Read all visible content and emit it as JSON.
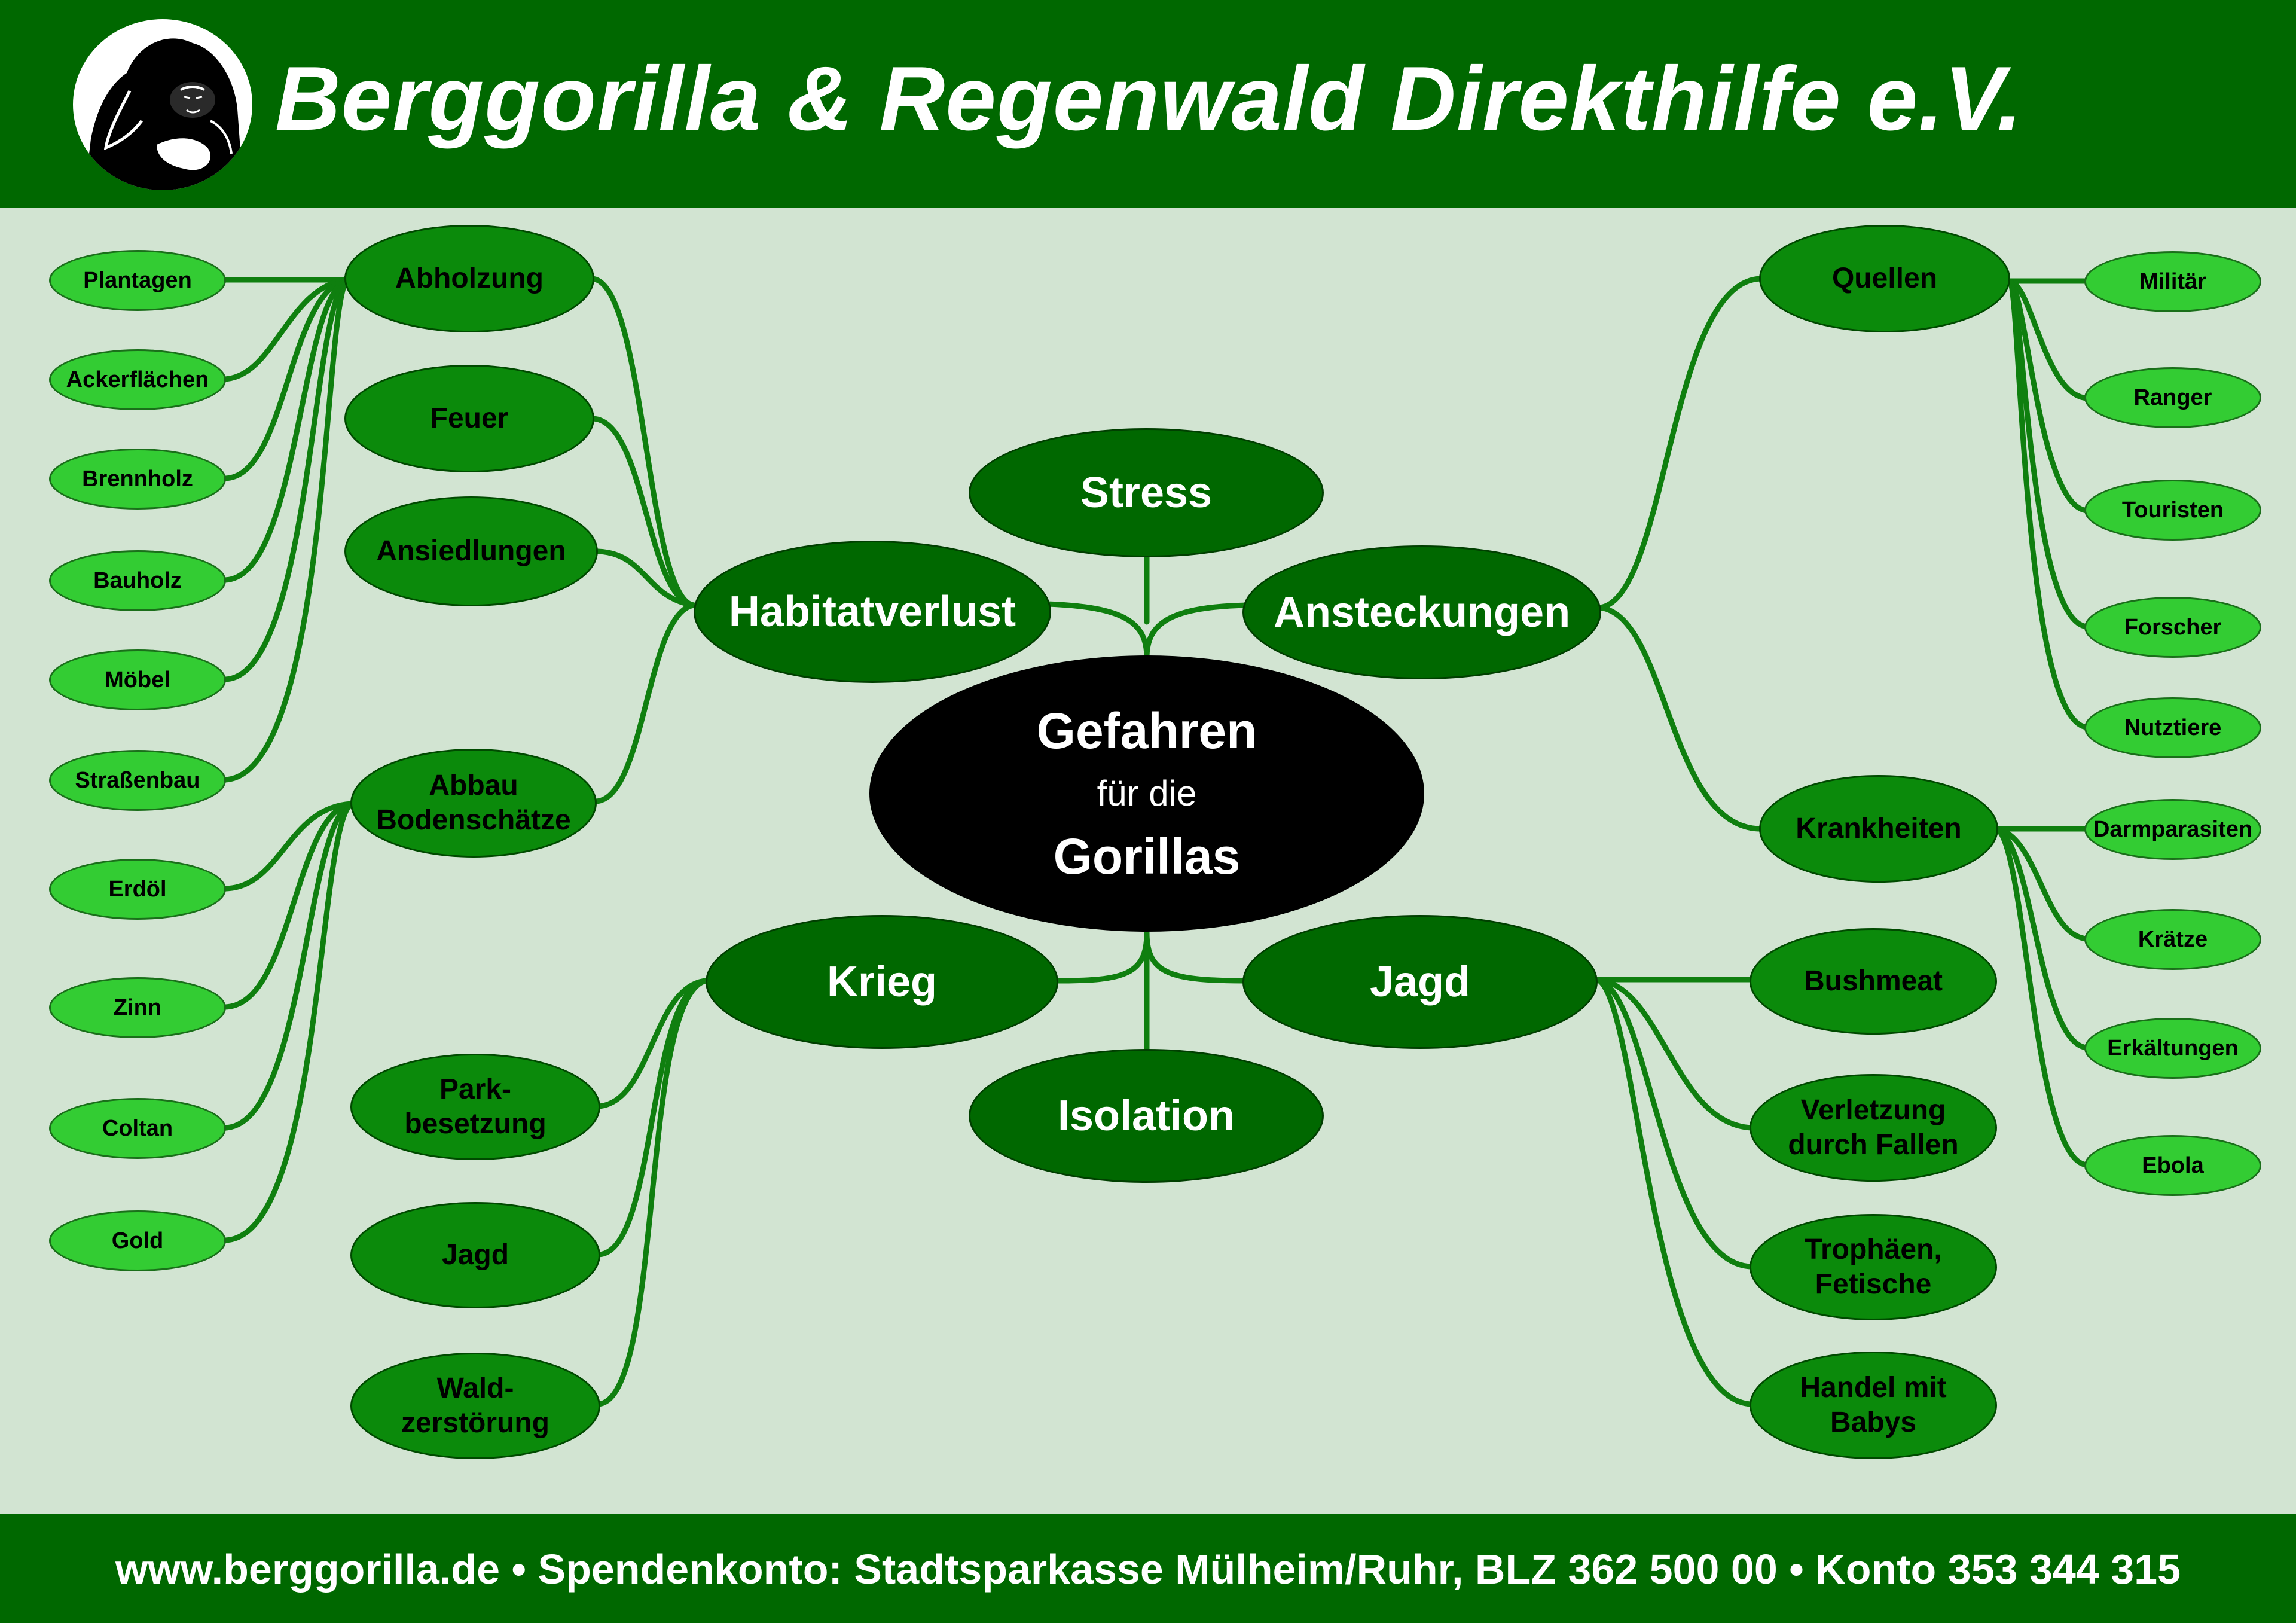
{
  "header": {
    "title": "Berggorilla & Regenwald Direkthilfe e.V."
  },
  "footer": {
    "text": "www.berggorilla.de • Spendenkonto: Stadtsparkasse Mülheim/Ruhr, BLZ 362 500 00 • Konto 353 344 315"
  },
  "colors": {
    "header_bg": "#006800",
    "background": "#d2e4d2",
    "branch": "#0f7f0f",
    "center": "#000000",
    "level1": "#006800",
    "level2": "#0b8a0b",
    "level3": "#33cc33"
  },
  "diagram": {
    "center": {
      "line1": "Gefahren",
      "line2": "für die",
      "line3": "Gorillas"
    },
    "main": {
      "stress": "Stress",
      "habitat": "Habitatverlust",
      "ansteckungen": "Ansteckungen",
      "krieg": "Krieg",
      "jagd": "Jagd",
      "isolation": "Isolation"
    },
    "habitat_children": {
      "abholzung": "Abholzung",
      "feuer": "Feuer",
      "ansiedlungen": "Ansiedlungen",
      "abbau_line1": "Abbau",
      "abbau_line2": "Bodenschätze"
    },
    "abholzung_children": [
      "Plantagen",
      "Ackerflächen",
      "Brennholz",
      "Bauholz",
      "Möbel",
      "Straßenbau"
    ],
    "abbau_children": [
      "Erdöl",
      "Zinn",
      "Coltan",
      "Gold"
    ],
    "krieg_children": {
      "park_line1": "Park-",
      "park_line2": "besetzung",
      "jagd": "Jagd",
      "wald_line1": "Wald-",
      "wald_line2": "zerstörung"
    },
    "ansteckungen_children": {
      "quellen": "Quellen",
      "krankheiten": "Krankheiten"
    },
    "quellen_children": [
      "Militär",
      "Ranger",
      "Touristen",
      "Forscher",
      "Nutztiere"
    ],
    "krankheiten_children": [
      "Darmparasiten",
      "Krätze",
      "Erkältungen",
      "Ebola"
    ],
    "jagd_children": {
      "bushmeat": "Bushmeat",
      "verletzung_line1": "Verletzung",
      "verletzung_line2": "durch Fallen",
      "trophaeen_line1": "Trophäen,",
      "trophaeen_line2": "Fetische",
      "handel_line1": "Handel mit",
      "handel_line2": "Babys"
    }
  },
  "logo": {
    "icon": "gorilla-icon"
  }
}
